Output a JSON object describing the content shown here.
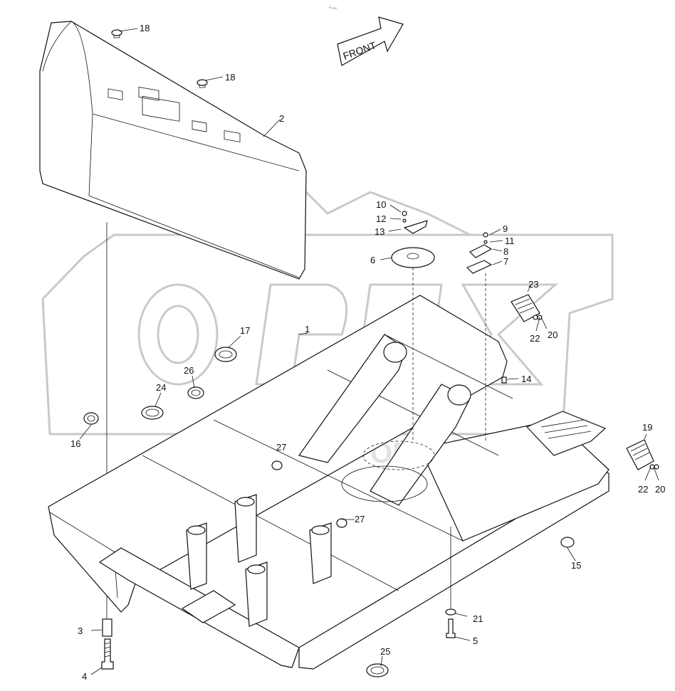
{
  "top_mark": "ᵒₒ ₒₒₒ",
  "direction_label": "FRONT",
  "watermark_text": "OPEX",
  "callouts": [
    {
      "id": "c1",
      "label": "1"
    },
    {
      "id": "c2",
      "label": "2"
    },
    {
      "id": "c3",
      "label": "3"
    },
    {
      "id": "c4",
      "label": "4"
    },
    {
      "id": "c5",
      "label": "5"
    },
    {
      "id": "c6",
      "label": "6"
    },
    {
      "id": "c7",
      "label": "7"
    },
    {
      "id": "c8",
      "label": "8"
    },
    {
      "id": "c9",
      "label": "9"
    },
    {
      "id": "c10",
      "label": "10"
    },
    {
      "id": "c11",
      "label": "11"
    },
    {
      "id": "c12",
      "label": "12"
    },
    {
      "id": "c13",
      "label": "13"
    },
    {
      "id": "c14",
      "label": "14"
    },
    {
      "id": "c15",
      "label": "15"
    },
    {
      "id": "c16",
      "label": "16"
    },
    {
      "id": "c17",
      "label": "17"
    },
    {
      "id": "c18a",
      "label": "18"
    },
    {
      "id": "c18b",
      "label": "18"
    },
    {
      "id": "c19",
      "label": "19"
    },
    {
      "id": "c20a",
      "label": "20"
    },
    {
      "id": "c20b",
      "label": "20"
    },
    {
      "id": "c21",
      "label": "21"
    },
    {
      "id": "c22a",
      "label": "22"
    },
    {
      "id": "c22b",
      "label": "22"
    },
    {
      "id": "c23",
      "label": "23"
    },
    {
      "id": "c24",
      "label": "24"
    },
    {
      "id": "c25",
      "label": "25"
    },
    {
      "id": "c26",
      "label": "26"
    },
    {
      "id": "c27a",
      "label": "27"
    },
    {
      "id": "c27b",
      "label": "27"
    }
  ]
}
